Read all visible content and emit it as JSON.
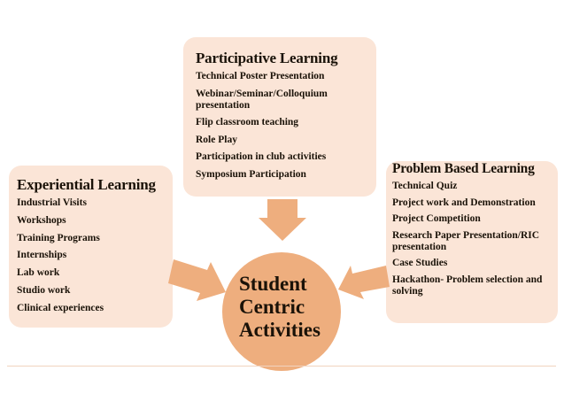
{
  "colors": {
    "box_fill": "#fbe5d7",
    "accent": "#eeae7e",
    "text": "#1a1208"
  },
  "center": {
    "lines": [
      "Student",
      "Centric",
      "Activities"
    ]
  },
  "participative": {
    "title": "Participative Learning",
    "items": [
      "Technical Poster Presentation",
      "Webinar/Seminar/Colloquium presentation",
      "Flip classroom teaching",
      "Role Play",
      "Participation in club activities",
      "Symposium Participation"
    ]
  },
  "experiential": {
    "title": "Experiential Learning",
    "items": [
      "Industrial Visits",
      "Workshops",
      "Training Programs",
      "Internships",
      "Lab work",
      "Studio work",
      "Clinical experiences"
    ]
  },
  "problem_based": {
    "title": "Problem Based Learning",
    "items": [
      "Technical Quiz",
      "Project work and Demonstration",
      "Project Competition",
      "Research Paper Presentation/RIC presentation",
      "Case Studies",
      "Hackathon- Problem selection and solving"
    ]
  }
}
